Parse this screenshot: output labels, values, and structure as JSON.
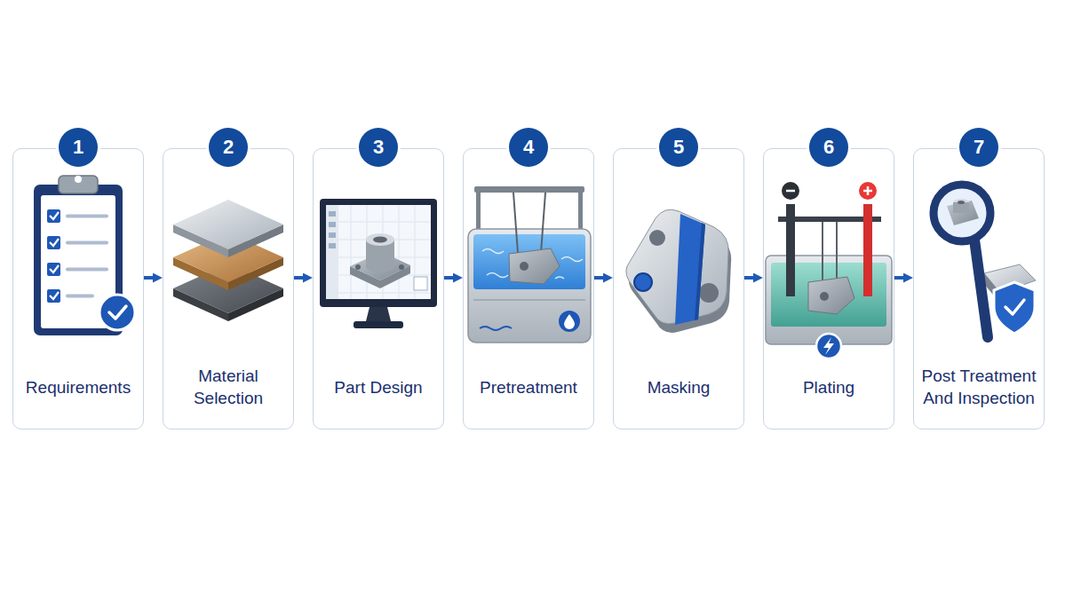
{
  "diagram": {
    "nodes": [
      {
        "text": [
          "Requirements"
        ]
      },
      {
        "text": [
          "1"
        ],
        "in": 0
      },
      {
        "text": [
          "Material Selection"
        ]
      },
      {
        "text": [
          "2"
        ],
        "in": 2
      },
      {
        "text": [
          "Part Design"
        ]
      },
      {
        "text": [
          "3"
        ],
        "in": 4
      },
      {
        "text": [
          "Pretreatment"
        ]
      },
      {
        "text": [
          "4"
        ],
        "in": 6
      },
      {
        "text": [
          "Masking"
        ]
      },
      {
        "text": [
          "5"
        ],
        "in": 8
      },
      {
        "text": [
          "Plating"
        ]
      },
      {
        "text": [
          "6"
        ],
        "in": 10
      },
      {
        "text": [
          "Post Treatment And Inspection"
        ]
      },
      {
        "text": [
          "7"
        ],
        "in": 12
      }
    ],
    "edges": [
      {
        "from": 0,
        "to": 2,
        "arrow": "to"
      },
      {
        "from": 2,
        "to": 4,
        "arrow": "to"
      },
      {
        "from": 4,
        "to": 6,
        "arrow": "to"
      },
      {
        "from": 6,
        "to": 8,
        "arrow": "to"
      },
      {
        "from": 8,
        "to": 10,
        "arrow": "to"
      },
      {
        "from": 10,
        "to": 12,
        "arrow": "to"
      }
    ]
  }
}
